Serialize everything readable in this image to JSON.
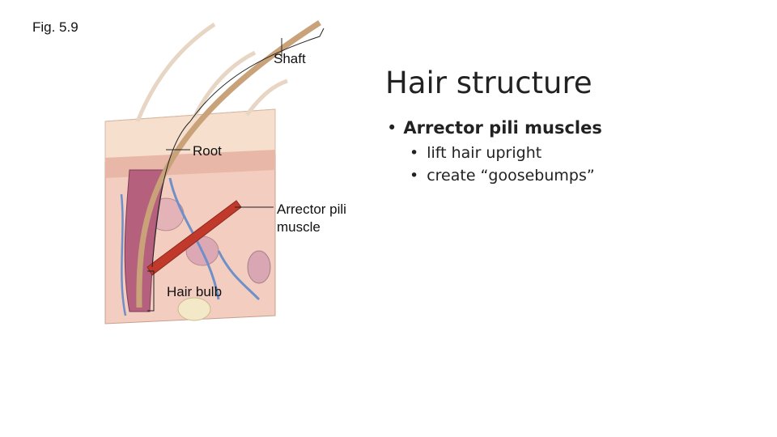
{
  "figure_label": "Fig. 5.9",
  "title": "Hair structure",
  "bullets": {
    "main": "Arrector pili muscles",
    "sub": [
      "lift hair upright",
      "create “goosebumps”"
    ]
  },
  "callouts": {
    "shaft": "Shaft",
    "root": "Root",
    "arrector_line1": "Arrector pili",
    "arrector_line2": "muscle",
    "bulb": "Hair bulb"
  },
  "colors": {
    "skin_top": "#f2d9c4",
    "dermis": "#f0c6b8",
    "hair": "#c9a27a",
    "muscle": "#c0392b",
    "vessel": "#6f8fc9"
  }
}
